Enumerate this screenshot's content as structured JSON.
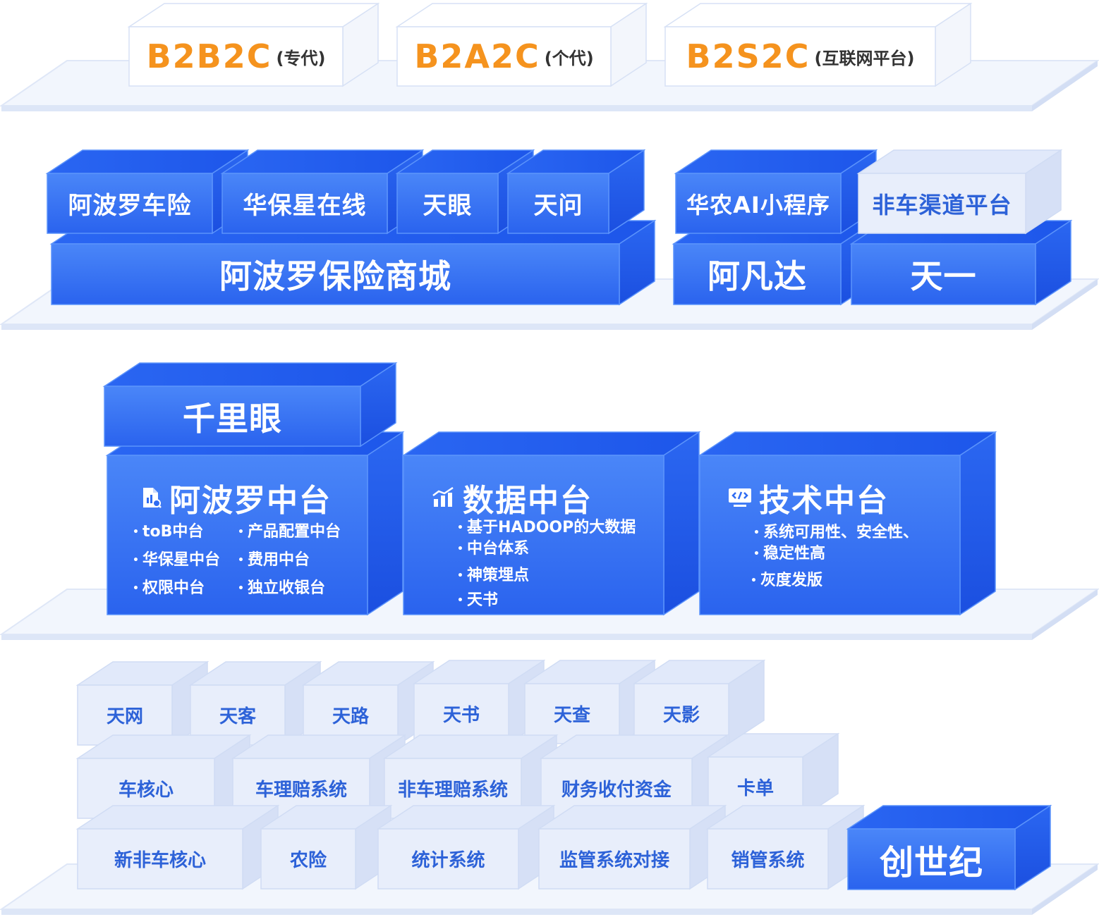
{
  "channels": [
    {
      "main": "B2B2C",
      "sub": "(专代)"
    },
    {
      "main": "B2A2C",
      "sub": "(个代)"
    },
    {
      "main": "B2S2C",
      "sub": "(互联网平台)"
    }
  ],
  "apps": {
    "top_row": [
      "阿波罗车险",
      "华保星在线",
      "天眼",
      "天问",
      "华农AI小程序",
      "非车渠道平台"
    ],
    "mall": "阿波罗保险商城",
    "afanda": "阿凡达",
    "tianyi": "天一"
  },
  "middle": {
    "qianliyan": "千里眼",
    "apollo": {
      "title": "阿波罗中台",
      "items": [
        "toB中台",
        "产品配置中台",
        "华保星中台",
        "费用中台",
        "权限中台",
        "独立收银台"
      ]
    },
    "data": {
      "title": "数据中台",
      "items": [
        "基于HADOOP的大数据",
        "中台体系",
        "神策埋点",
        "天书"
      ]
    },
    "tech": {
      "title": "技术中台",
      "items": [
        "系统可用性、安全性、",
        "稳定性高",
        "灰度发版"
      ]
    }
  },
  "base": {
    "row1": [
      "天网",
      "天客",
      "天路",
      "天书",
      "天查",
      "天影"
    ],
    "row2": [
      "车核心",
      "车理赔系统",
      "非车理赔系统",
      "财务收付资金",
      "卡单"
    ],
    "row3": [
      "新非车核心",
      "农险",
      "统计系统",
      "监管系统对接",
      "销管系统"
    ],
    "chuangshiji": "创世纪"
  },
  "colors": {
    "orange": "#f5931e",
    "blue_front": "#2f6cf2",
    "blue_top": "#1d5df0",
    "blue_side": "#1b4fe0",
    "light_front": "#e8eefb",
    "light_text": "#2d62d8",
    "platform": "#f2f6fd"
  }
}
